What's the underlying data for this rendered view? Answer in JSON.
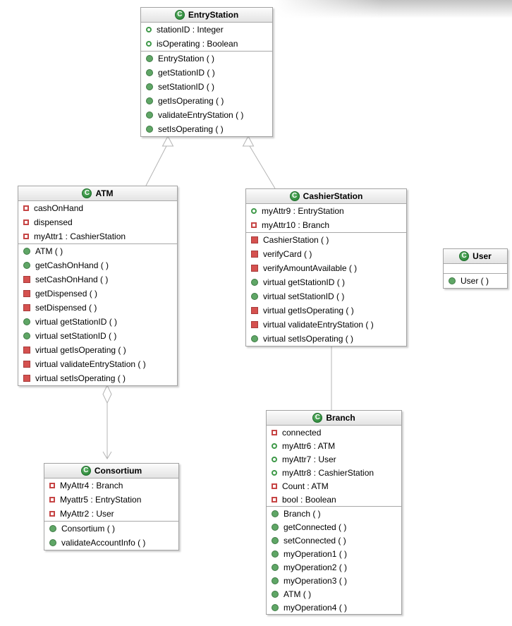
{
  "diagram": {
    "class_icon_letter": "C",
    "colors": {
      "public_green": "#3f9949",
      "private_red": "#c64545",
      "box_border": "#a3a3a3",
      "connector_gray": "#b4b4b4",
      "title_gradient_top": "#fcfcfc",
      "title_gradient_bottom": "#e3e3e3"
    },
    "classes": [
      {
        "name": "EntryStation",
        "attributes": [
          {
            "icon": "public-attribute-icon",
            "text": "stationID : Integer"
          },
          {
            "icon": "public-attribute-icon",
            "text": "isOperating : Boolean"
          }
        ],
        "operations": [
          {
            "icon": "public-method-icon",
            "text": "EntryStation ( )"
          },
          {
            "icon": "public-method-icon",
            "text": "getStationID ( )"
          },
          {
            "icon": "public-method-icon",
            "text": "setStationID ( )"
          },
          {
            "icon": "public-method-icon",
            "text": "getIsOperating ( )"
          },
          {
            "icon": "public-method-icon",
            "text": "validateEntryStation ( )"
          },
          {
            "icon": "public-method-icon",
            "text": "setIsOperating ( )"
          }
        ]
      },
      {
        "name": "ATM",
        "attributes": [
          {
            "icon": "private-attribute-icon",
            "text": "cashOnHand"
          },
          {
            "icon": "private-attribute-icon",
            "text": "dispensed"
          },
          {
            "icon": "private-attribute-icon",
            "text": "myAttr1 : CashierStation"
          }
        ],
        "operations": [
          {
            "icon": "public-method-icon",
            "text": "ATM ( )"
          },
          {
            "icon": "public-method-icon",
            "text": "getCashOnHand ( )"
          },
          {
            "icon": "private-method-icon",
            "text": "setCashOnHand ( )"
          },
          {
            "icon": "private-method-icon",
            "text": "getDispensed ( )"
          },
          {
            "icon": "private-method-icon",
            "text": "setDispensed ( )"
          },
          {
            "icon": "public-method-icon",
            "text": "virtual getStationID ( )"
          },
          {
            "icon": "public-method-icon",
            "text": "virtual setStationID ( )"
          },
          {
            "icon": "private-method-icon",
            "text": "virtual getIsOperating ( )"
          },
          {
            "icon": "private-method-icon",
            "text": "virtual validateEntryStation ( )"
          },
          {
            "icon": "private-method-icon",
            "text": "virtual setIsOperating ( )"
          }
        ]
      },
      {
        "name": "CashierStation",
        "attributes": [
          {
            "icon": "public-attribute-icon",
            "text": "myAttr9 : EntryStation"
          },
          {
            "icon": "private-attribute-icon",
            "text": "myAttr10 : Branch"
          }
        ],
        "operations": [
          {
            "icon": "private-method-icon",
            "text": "CashierStation ( )"
          },
          {
            "icon": "private-method-icon",
            "text": "verifyCard ( )"
          },
          {
            "icon": "private-method-icon",
            "text": "verifyAmountAvailable ( )"
          },
          {
            "icon": "public-method-icon",
            "text": "virtual getStationID ( )"
          },
          {
            "icon": "public-method-icon",
            "text": "virtual setStationID ( )"
          },
          {
            "icon": "private-method-icon",
            "text": "virtual getIsOperating ( )"
          },
          {
            "icon": "private-method-icon",
            "text": "virtual validateEntryStation ( )"
          },
          {
            "icon": "public-method-icon",
            "text": "virtual setIsOperating ( )"
          }
        ]
      },
      {
        "name": "User",
        "attributes": [],
        "operations": [
          {
            "icon": "public-method-icon",
            "text": "User ( )"
          }
        ]
      },
      {
        "name": "Consortium",
        "attributes": [
          {
            "icon": "private-attribute-icon",
            "text": "MyAttr4 : Branch"
          },
          {
            "icon": "private-attribute-icon",
            "text": "Myattr5 : EntryStation"
          },
          {
            "icon": "private-attribute-icon",
            "text": "MyAttr2 : User"
          }
        ],
        "operations": [
          {
            "icon": "public-method-icon",
            "text": "Consortium ( )"
          },
          {
            "icon": "public-method-icon",
            "text": "validateAccountInfo ( )"
          }
        ]
      },
      {
        "name": "Branch",
        "attributes": [
          {
            "icon": "private-attribute-icon",
            "text": "connected"
          },
          {
            "icon": "public-attribute-icon",
            "text": "myAttr6 : ATM"
          },
          {
            "icon": "public-attribute-icon",
            "text": "myAttr7 : User"
          },
          {
            "icon": "public-attribute-icon",
            "text": "myAttr8 : CashierStation"
          },
          {
            "icon": "private-attribute-icon",
            "text": "Count : ATM"
          },
          {
            "icon": "private-attribute-icon",
            "text": "bool : Boolean"
          }
        ],
        "operations": [
          {
            "icon": "public-method-icon",
            "text": "Branch ( )"
          },
          {
            "icon": "public-method-icon",
            "text": "getConnected ( )"
          },
          {
            "icon": "public-method-icon",
            "text": "setConnected ( )"
          },
          {
            "icon": "public-method-icon",
            "text": "myOperation1 ( )"
          },
          {
            "icon": "public-method-icon",
            "text": "myOperation2 ( )"
          },
          {
            "icon": "public-method-icon",
            "text": "myOperation3 ( )"
          },
          {
            "icon": "public-method-icon",
            "text": "ATM ( )"
          },
          {
            "icon": "public-method-icon",
            "text": "myOperation4 ( )"
          }
        ]
      }
    ],
    "connectors": [
      {
        "type": "generalization",
        "from": "ATM",
        "to": "EntryStation"
      },
      {
        "type": "generalization",
        "from": "CashierStation",
        "to": "EntryStation"
      },
      {
        "type": "aggregation-directed",
        "from": "ATM",
        "to": "Consortium"
      },
      {
        "type": "association",
        "from": "CashierStation",
        "to": "Branch"
      }
    ]
  }
}
